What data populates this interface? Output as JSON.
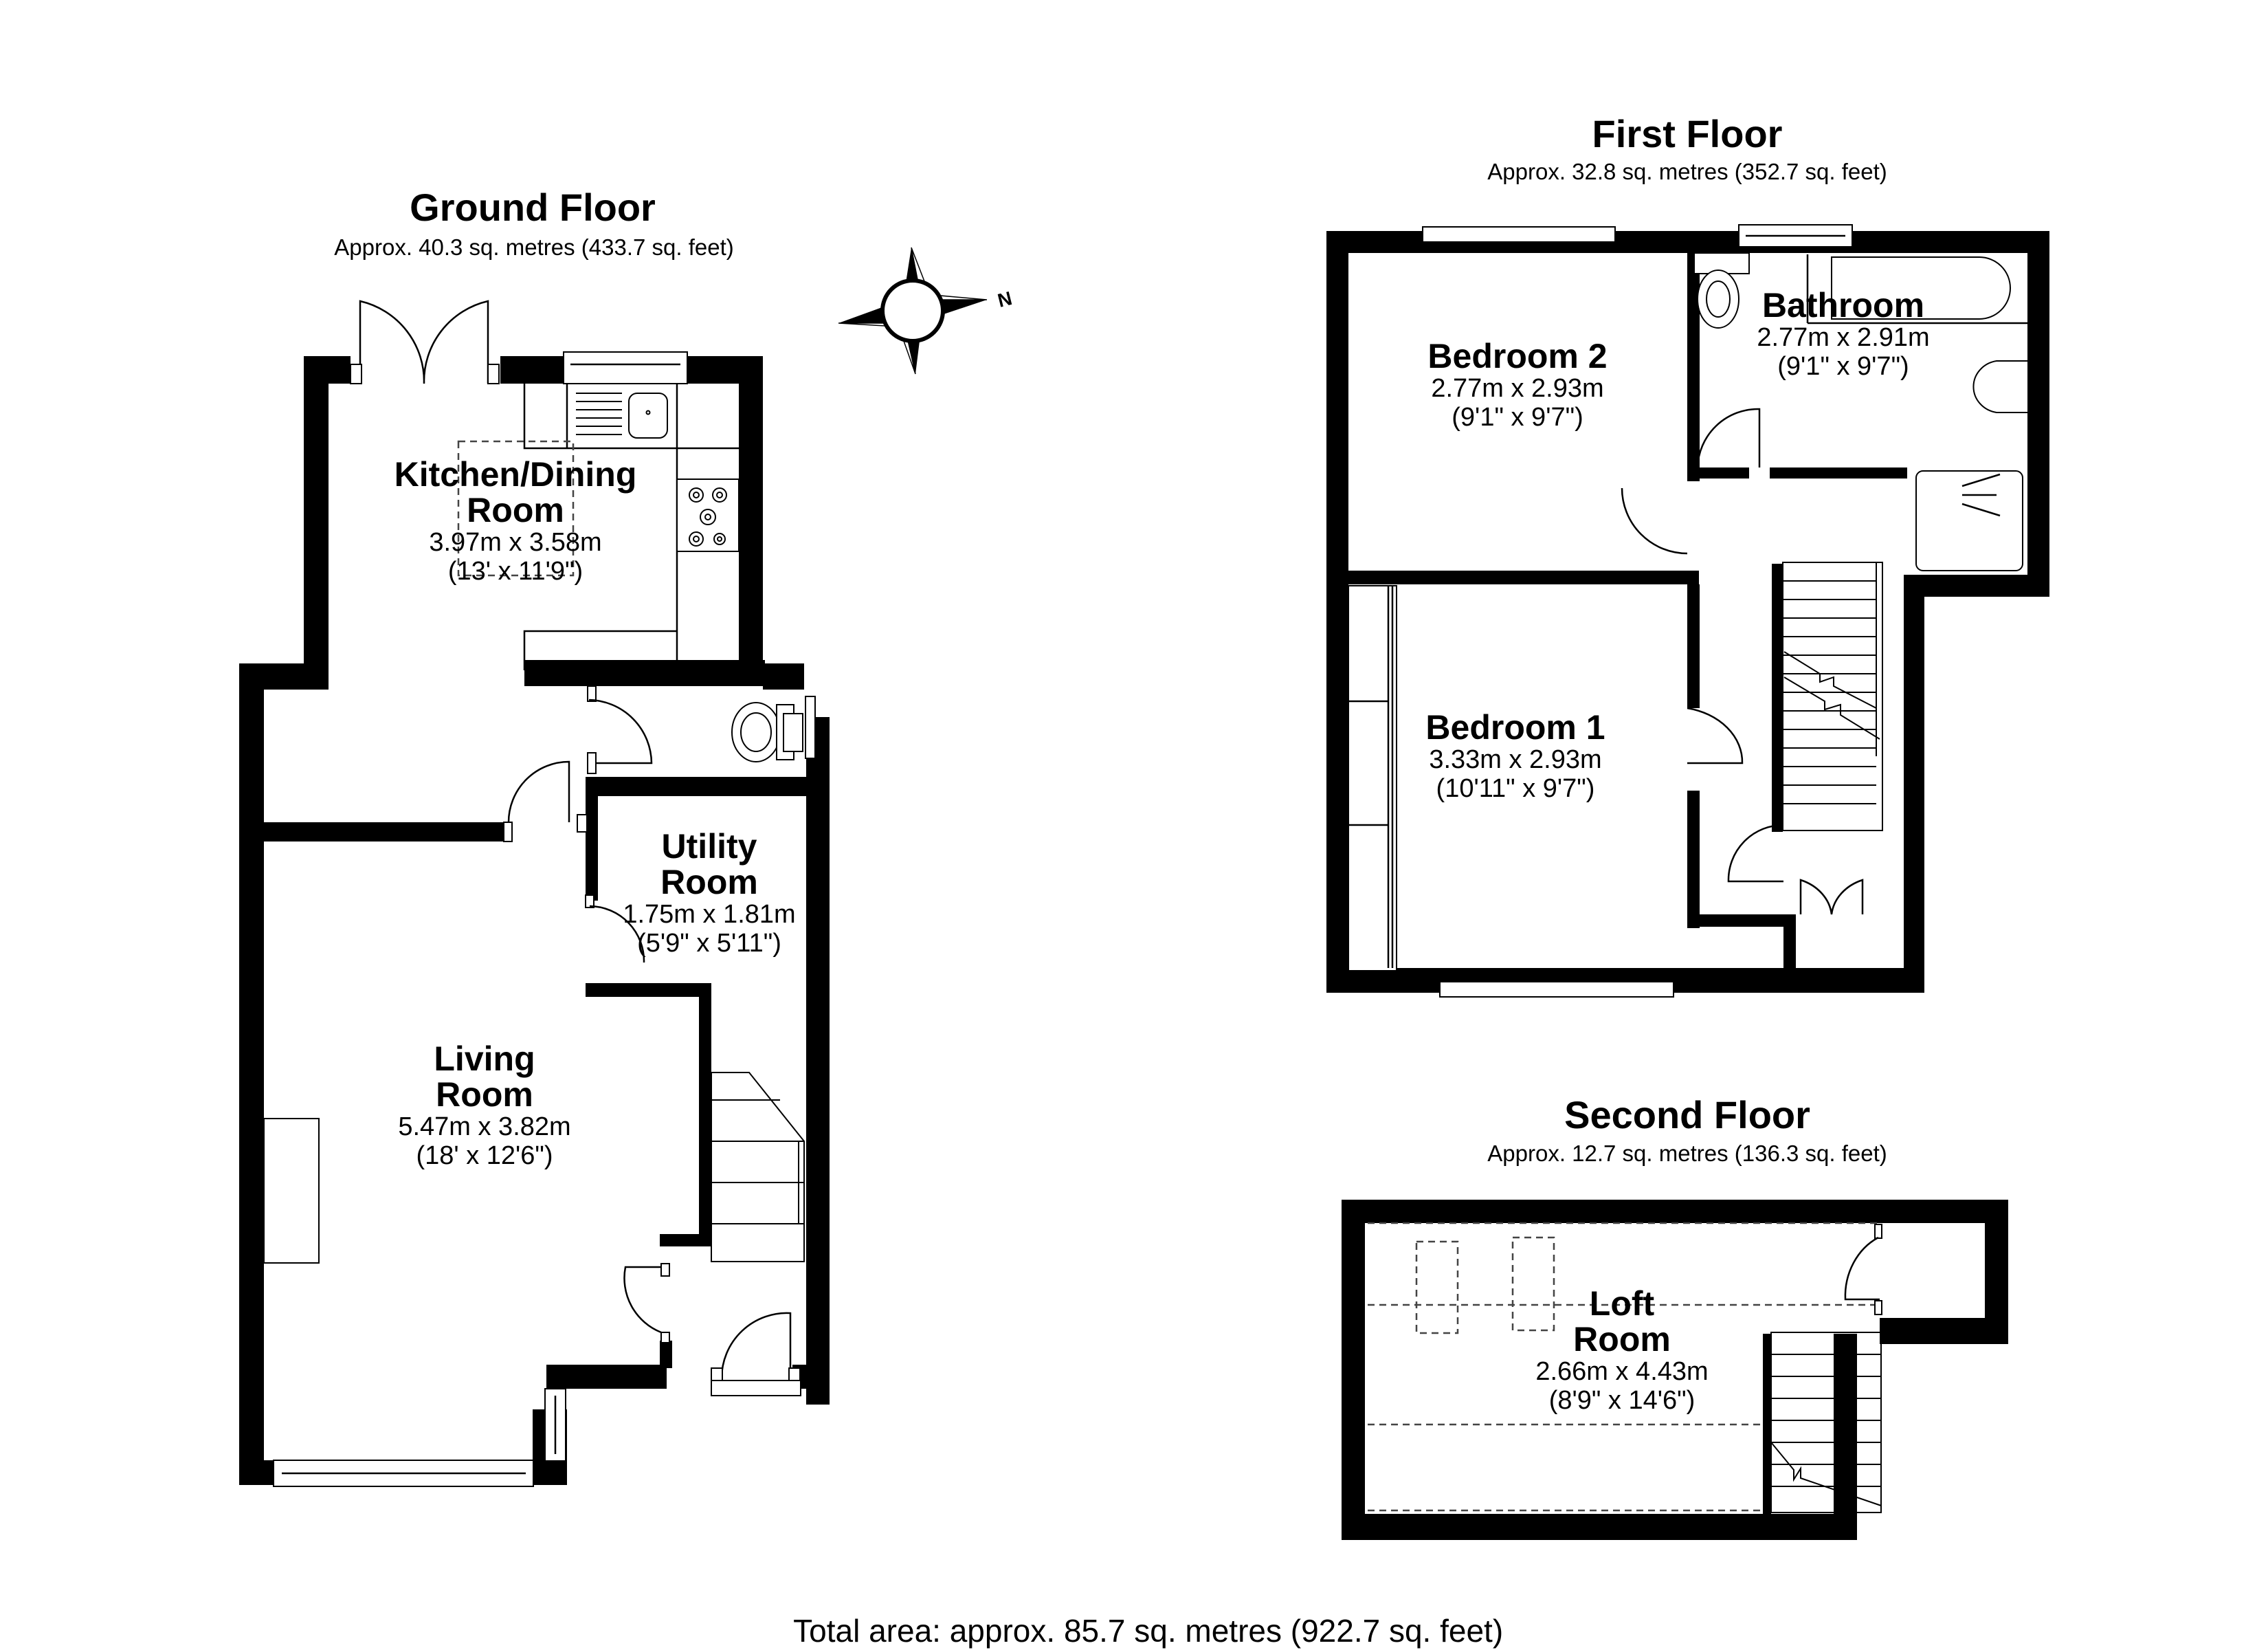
{
  "ground_floor": {
    "title": "Ground Floor",
    "area": "Approx. 40.3 sq. metres (433.7 sq. feet)",
    "rooms": [
      {
        "name_lines": [
          "Kitchen/Dining",
          "Room"
        ],
        "metric": "3.97m x 3.58m",
        "imperial": "(13' x 11'9\")"
      },
      {
        "name_lines": [
          "Utility",
          "Room"
        ],
        "metric": "1.75m x 1.81m",
        "imperial": "(5'9\" x 5'11\")"
      },
      {
        "name_lines": [
          "Living",
          "Room"
        ],
        "metric": "5.47m x 3.82m",
        "imperial": "(18' x 12'6\")"
      }
    ]
  },
  "first_floor": {
    "title": "First Floor",
    "area": "Approx. 32.8 sq. metres (352.7 sq. feet)",
    "rooms": [
      {
        "name_lines": [
          "Bedroom 2"
        ],
        "metric": "2.77m x 2.93m",
        "imperial": "(9'1\" x 9'7\")"
      },
      {
        "name_lines": [
          "Bathroom"
        ],
        "metric": "2.77m x 2.91m",
        "imperial": "(9'1\" x 9'7\")"
      },
      {
        "name_lines": [
          "Bedroom 1"
        ],
        "metric": "3.33m x 2.93m",
        "imperial": "(10'11\" x 9'7\")"
      }
    ]
  },
  "second_floor": {
    "title": "Second Floor",
    "area": "Approx. 12.7 sq. metres (136.3 sq. feet)",
    "rooms": [
      {
        "name_lines": [
          "Loft",
          "Room"
        ],
        "metric": "2.66m x 4.43m",
        "imperial": "(8'9\" x 14'6\")"
      }
    ]
  },
  "compass": {
    "label": "N",
    "icon": "compass-rose-icon"
  },
  "total_area": "Total area: approx. 85.7 sq. metres (922.7 sq. feet)",
  "colors": {
    "wall": "#000000",
    "background": "#ffffff",
    "fixture_line": "#000000",
    "dashed": "#444444"
  }
}
